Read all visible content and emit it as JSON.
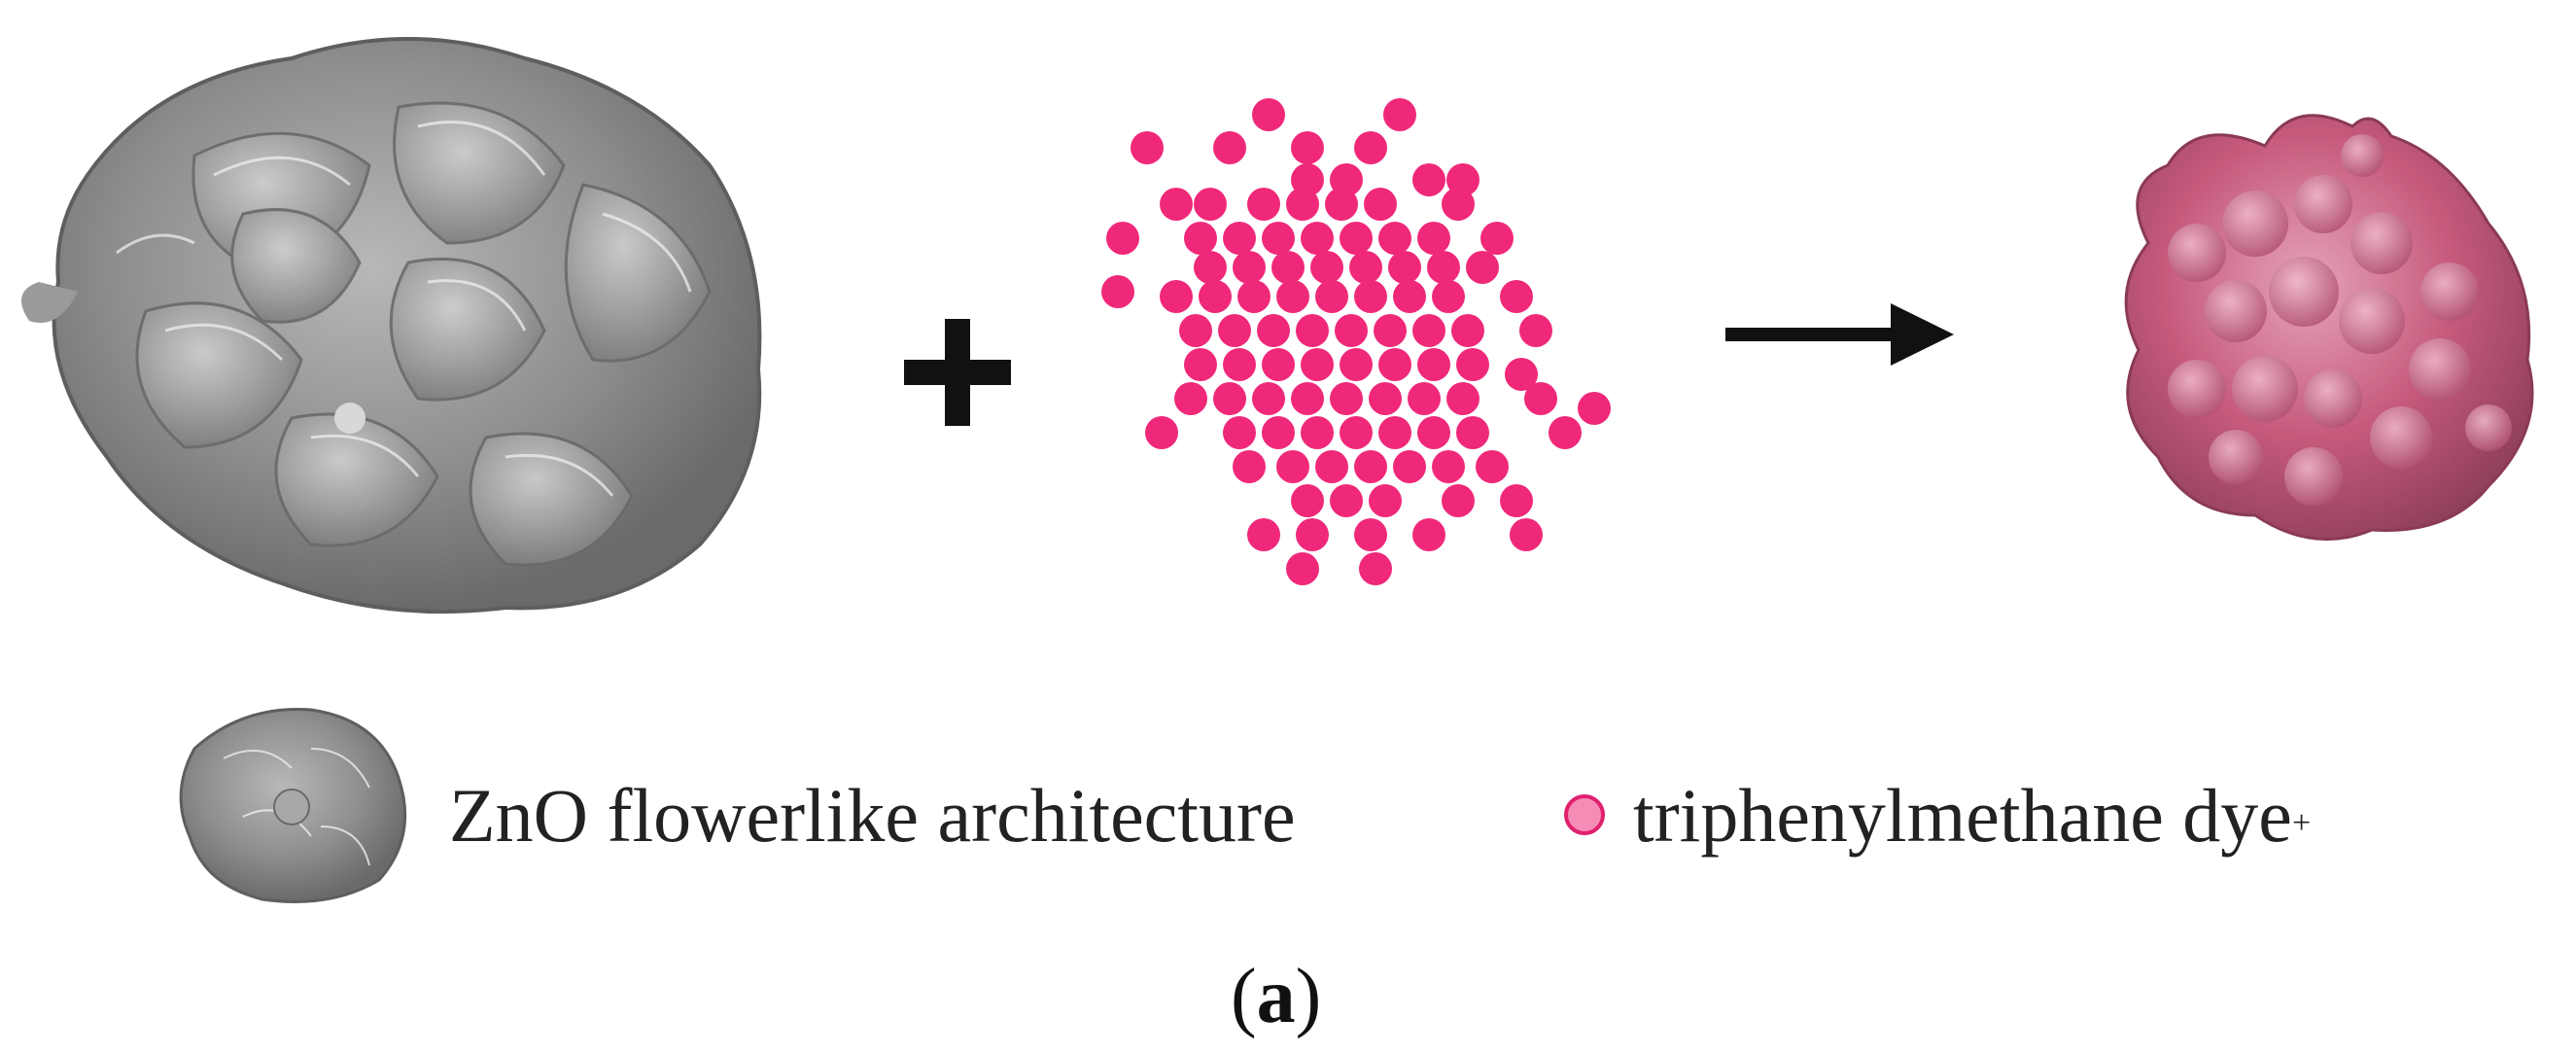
{
  "colors": {
    "dye": "#F0287A",
    "zno_gray": "#8C8C8C",
    "adsorbed_pink": "#C65A7C",
    "arrow": "#111111",
    "text": "#222222"
  },
  "legend": {
    "zno_label": "ZnO flowerlike architecture",
    "dye_label": "triphenylmethane dye",
    "dye_label_mark": "+"
  },
  "operators": {
    "plus": "+",
    "arrow": "reaction-arrow-icon"
  },
  "panel": {
    "open": "(",
    "letter": "a",
    "close": ")"
  }
}
